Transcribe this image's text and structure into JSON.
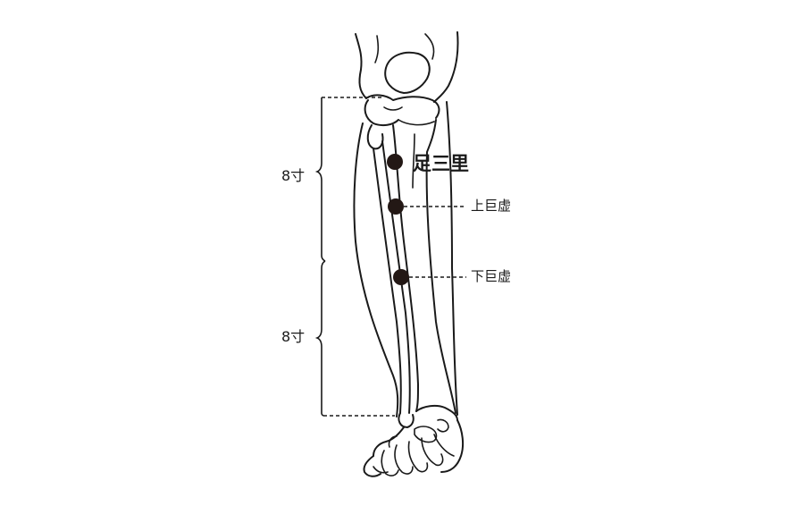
{
  "labels": {
    "zusanli": "足三里",
    "shangjuxu": "上巨虚",
    "xiajuxu": "下巨虚",
    "upper_span": "8寸",
    "lower_span": "8寸"
  },
  "colors": {
    "stroke": "#1a1a1a",
    "point": "#231815",
    "background": "#ffffff"
  }
}
